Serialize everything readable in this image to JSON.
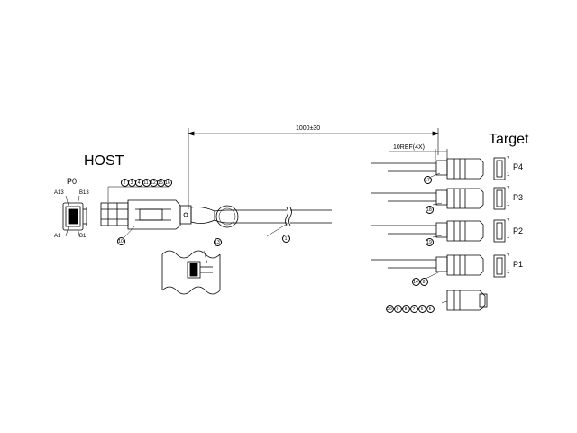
{
  "labels": {
    "host": "HOST",
    "target": "Target",
    "p0": "P0",
    "overall_length": "1000±30",
    "ref_length": "10REF(4X)"
  },
  "host_pins": {
    "a13": "A13",
    "b13": "B13",
    "a1": "A1",
    "b1": "B1"
  },
  "ports": [
    {
      "name": "P4"
    },
    {
      "name": "P3"
    },
    {
      "name": "P2"
    },
    {
      "name": "P1"
    }
  ],
  "target_pins": {
    "top": "7",
    "bottom": "1"
  },
  "balloons": {
    "host_group": [
      "2",
      "3",
      "4",
      "11",
      "12",
      "15",
      "16"
    ],
    "host_housing": "10",
    "latch": "13",
    "cable": "1",
    "p4_connector": "17",
    "p3_connector": "18",
    "p2_connector": "19",
    "p1_connector": "14",
    "p1_connector_b": "8",
    "target_group": [
      "20",
      "9",
      "8",
      "7",
      "6",
      "5"
    ]
  },
  "colors": {
    "ink": "#000000",
    "paper": "#ffffff"
  }
}
